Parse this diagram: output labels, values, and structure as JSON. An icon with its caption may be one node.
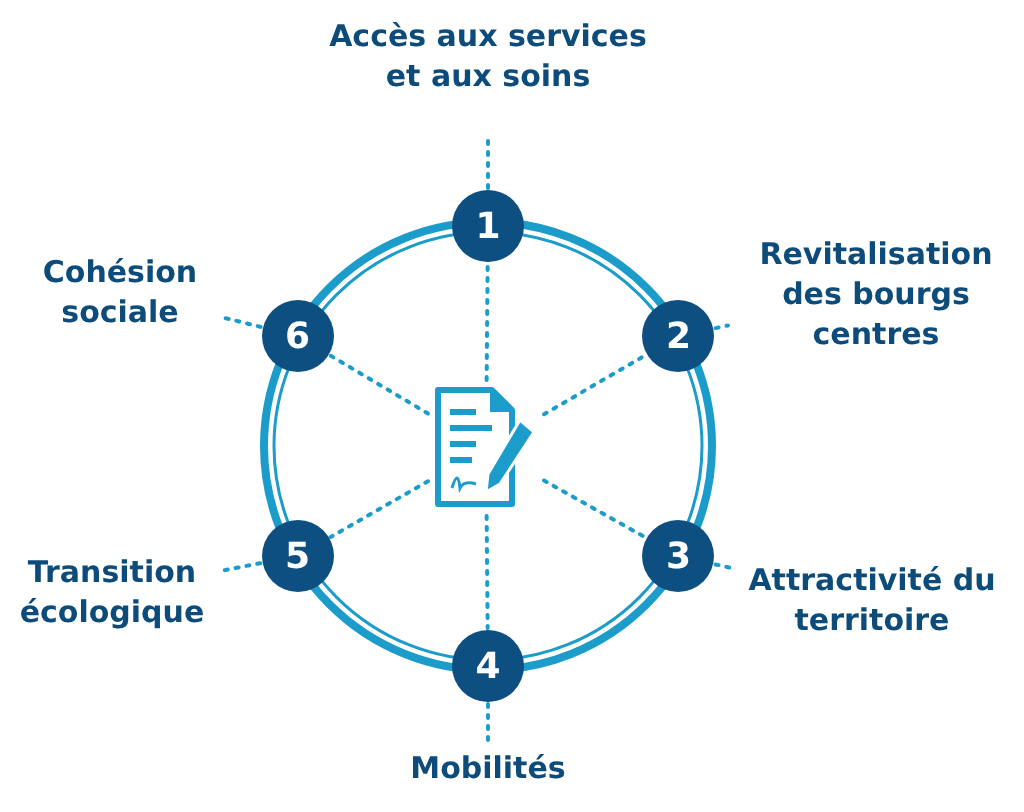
{
  "diagram": {
    "nodes": [
      {
        "text": [],
        "shape": "picture"
      },
      {
        "text": [
          "1"
        ]
      },
      {
        "text": [
          "2"
        ]
      },
      {
        "text": [
          "3"
        ]
      },
      {
        "text": [
          "4"
        ]
      },
      {
        "text": [
          "5"
        ]
      },
      {
        "text": [
          "6"
        ]
      },
      {
        "text": [
          "Accès aux services et aux soins"
        ]
      },
      {
        "text": [
          "Revitalisation des bourgs centres"
        ]
      },
      {
        "text": [
          "Attractivité du territoire"
        ]
      },
      {
        "text": [
          "Mobilités"
        ]
      },
      {
        "text": [
          "Transition écologique"
        ]
      },
      {
        "text": [
          "Cohésion sociale"
        ]
      }
    ],
    "edges": [
      {
        "from": 0,
        "to": 1,
        "arrow": "none"
      },
      {
        "from": 0,
        "to": 2,
        "arrow": "none"
      },
      {
        "from": 0,
        "to": 3,
        "arrow": "none"
      },
      {
        "from": 0,
        "to": 4,
        "arrow": "none"
      },
      {
        "from": 0,
        "to": 5,
        "arrow": "none"
      },
      {
        "from": 0,
        "to": 6,
        "arrow": "none"
      },
      {
        "from": 1,
        "to": 7,
        "arrow": "none"
      },
      {
        "from": 2,
        "to": 8,
        "arrow": "none"
      },
      {
        "from": 3,
        "to": 9,
        "arrow": "none"
      },
      {
        "from": 4,
        "to": 10,
        "arrow": "none"
      },
      {
        "from": 5,
        "to": 11,
        "arrow": "none"
      },
      {
        "from": 6,
        "to": 12,
        "arrow": "none"
      }
    ]
  }
}
